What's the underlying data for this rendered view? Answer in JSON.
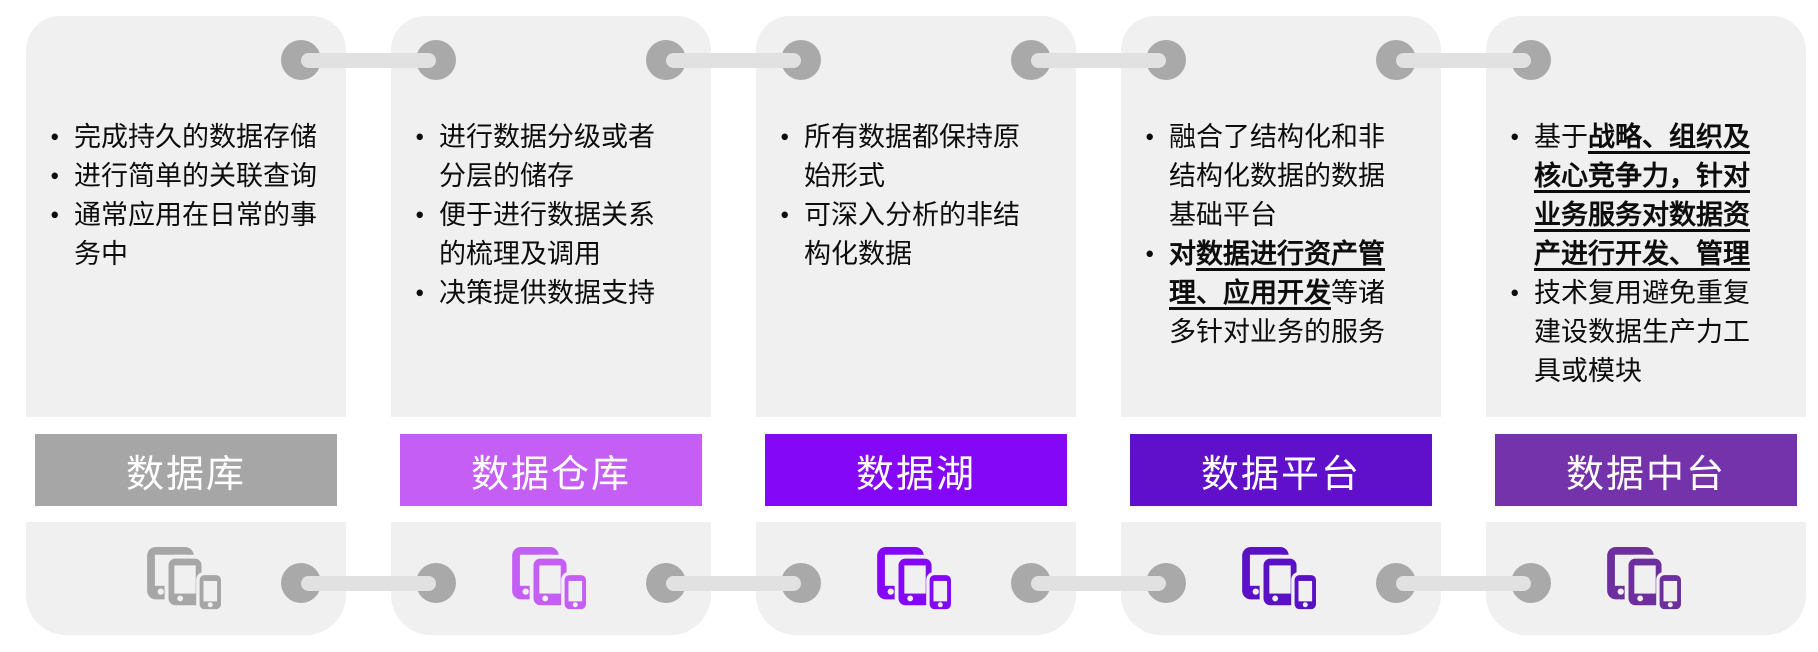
{
  "page": {
    "background": "#ffffff",
    "card_bg": "#f0f0f0",
    "text_color": "#0d0d0d"
  },
  "connectors": {
    "node_color": "#a9a9a9",
    "bar_color": "#e1e1e1",
    "rows": [
      "top",
      "bottom"
    ],
    "count_per_row": 4
  },
  "columns": [
    {
      "id": "database",
      "title": "数据库",
      "banner_color": "#a6a6a6",
      "icon": "devices-icon",
      "icon_color": "#a6a6a6",
      "bullets": [
        {
          "segments": [
            {
              "t": "完成持久的数据存储"
            }
          ]
        },
        {
          "segments": [
            {
              "t": "进行简单的关联查询"
            }
          ]
        },
        {
          "segments": [
            {
              "t": "通常应用在日常的事\n务中"
            }
          ]
        }
      ]
    },
    {
      "id": "data-warehouse",
      "title": "数据仓库",
      "banner_color": "#c45ef5",
      "icon": "devices-icon",
      "icon_color": "#c45ef5",
      "bullets": [
        {
          "segments": [
            {
              "t": "进行数据分级或者\n分层的储存"
            }
          ]
        },
        {
          "segments": [
            {
              "t": "便于进行数据关系\n的梳理及调用"
            }
          ]
        },
        {
          "segments": [
            {
              "t": "决策提供数据支持"
            }
          ]
        }
      ]
    },
    {
      "id": "data-lake",
      "title": "数据湖",
      "banner_color": "#8507f8",
      "icon": "devices-icon",
      "icon_color": "#8507f8",
      "bullets": [
        {
          "segments": [
            {
              "t": "所有数据都保持原\n始形式"
            }
          ]
        },
        {
          "segments": [
            {
              "t": "可深入分析的非结\n构化数据"
            }
          ]
        }
      ]
    },
    {
      "id": "data-platform",
      "title": "数据平台",
      "banner_color": "#6010ca",
      "icon": "devices-icon",
      "icon_color": "#5a10c5",
      "bullets": [
        {
          "segments": [
            {
              "t": "融合了结构化和非\n结构化数据的数据\n基础平台"
            }
          ]
        },
        {
          "segments": [
            {
              "t": "对",
              "b": true
            },
            {
              "t": "数据进行资产管\n理、应用开发",
              "b": true,
              "u": true
            },
            {
              "t": "等诸\n多针对业务的服务"
            }
          ]
        }
      ]
    },
    {
      "id": "data-middle-platform",
      "title": "数据中台",
      "banner_color": "#7533ab",
      "icon": "devices-icon",
      "icon_color": "#6e2f9e",
      "bullets": [
        {
          "segments": [
            {
              "t": "基于"
            },
            {
              "t": "战略、组织及\n核心竞争力，针对\n业务服务对数据资\n产进行开发、管理",
              "b": true,
              "u": true
            }
          ]
        },
        {
          "segments": [
            {
              "t": "技术复用避免重复\n建设数据生产力工\n具或模块"
            }
          ]
        }
      ]
    }
  ]
}
